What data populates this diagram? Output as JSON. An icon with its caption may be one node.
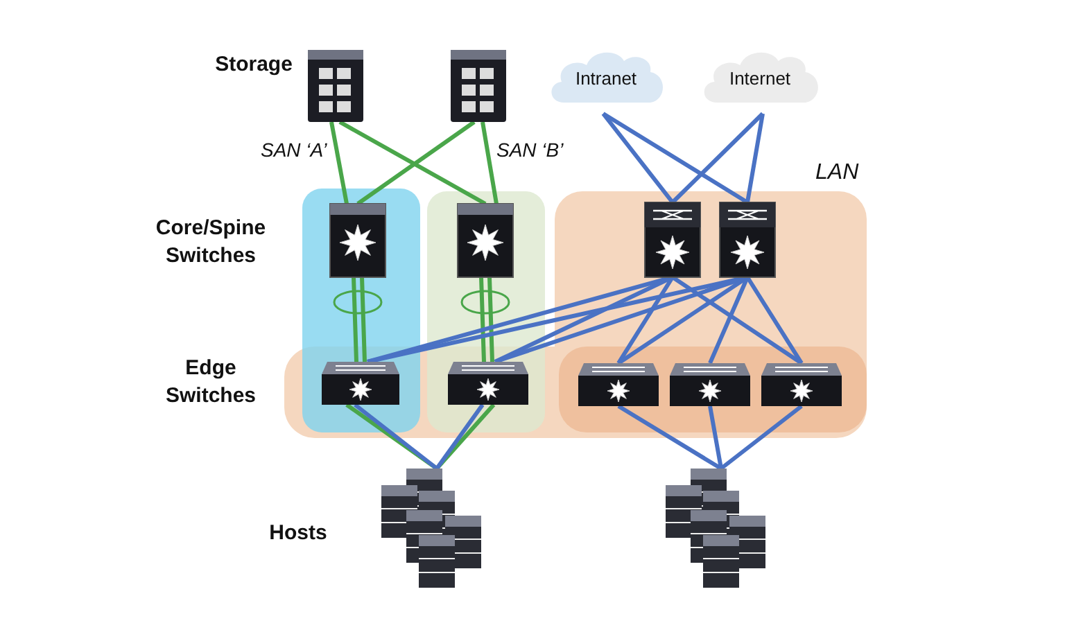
{
  "diagram": {
    "nodes": [
      {
        "text": [
          "Intranet"
        ]
      },
      {
        "text": [
          "Internet"
        ]
      },
      {
        "text": [],
        "shape": "picture"
      },
      {
        "text": [],
        "shape": "picture"
      },
      {
        "text": [],
        "shape": "picture"
      },
      {
        "text": [],
        "shape": "picture"
      },
      {
        "text": [],
        "shape": "picture"
      },
      {
        "text": [],
        "shape": "picture"
      },
      {
        "text": [],
        "shape": "picture"
      },
      {
        "text": [],
        "shape": "picture"
      },
      {
        "text": [],
        "shape": "picture"
      },
      {
        "text": [],
        "shape": "picture"
      },
      {
        "text": [],
        "shape": "picture"
      },
      {
        "text": [],
        "shape": "picture"
      },
      {
        "text": [],
        "shape": "picture"
      }
    ],
    "edges": [
      {
        "from": 0,
        "to": 6,
        "arrow": "none"
      },
      {
        "from": 0,
        "to": 7,
        "arrow": "none"
      },
      {
        "from": 1,
        "to": 6,
        "arrow": "none"
      },
      {
        "from": 1,
        "to": 7,
        "arrow": "none"
      },
      {
        "from": 2,
        "to": 4,
        "arrow": "none",
        "color": "#4aa64a"
      },
      {
        "from": 2,
        "to": 5,
        "arrow": "none",
        "color": "#4aa64a"
      },
      {
        "from": 3,
        "to": 4,
        "arrow": "none",
        "color": "#4aa64a"
      },
      {
        "from": 3,
        "to": 5,
        "arrow": "none",
        "color": "#4aa64a"
      },
      {
        "from": 4,
        "to": 8,
        "arrow": "none",
        "color": "#4aa64a"
      },
      {
        "from": 5,
        "to": 9,
        "arrow": "none",
        "color": "#4aa64a"
      },
      {
        "from": 6,
        "to": 8,
        "arrow": "none"
      },
      {
        "from": 6,
        "to": 9,
        "arrow": "none"
      },
      {
        "from": 7,
        "to": 8,
        "arrow": "none"
      },
      {
        "from": 7,
        "to": 9,
        "arrow": "none"
      },
      {
        "from": 6,
        "to": 10,
        "arrow": "none"
      },
      {
        "from": 6,
        "to": 12,
        "arrow": "none"
      },
      {
        "from": 7,
        "to": 10,
        "arrow": "none"
      },
      {
        "from": 7,
        "to": 11,
        "arrow": "none"
      },
      {
        "from": 7,
        "to": 12,
        "arrow": "none"
      },
      {
        "from": 8,
        "to": 13,
        "arrow": "none",
        "color": "#4aa64a"
      },
      {
        "from": 8,
        "to": 13,
        "arrow": "none"
      },
      {
        "from": 9,
        "to": 13,
        "arrow": "none",
        "color": "#4aa64a"
      },
      {
        "from": 9,
        "to": 13,
        "arrow": "none"
      },
      {
        "from": 10,
        "to": 14,
        "arrow": "none"
      },
      {
        "from": 11,
        "to": 14,
        "arrow": "none"
      },
      {
        "from": 12,
        "to": 14,
        "arrow": "none"
      }
    ],
    "labels": [
      "Storage",
      "SAN ‘A’",
      "SAN ‘B’",
      "LAN",
      "Core/Spine Switches",
      "Edge Switches",
      "Hosts"
    ]
  }
}
